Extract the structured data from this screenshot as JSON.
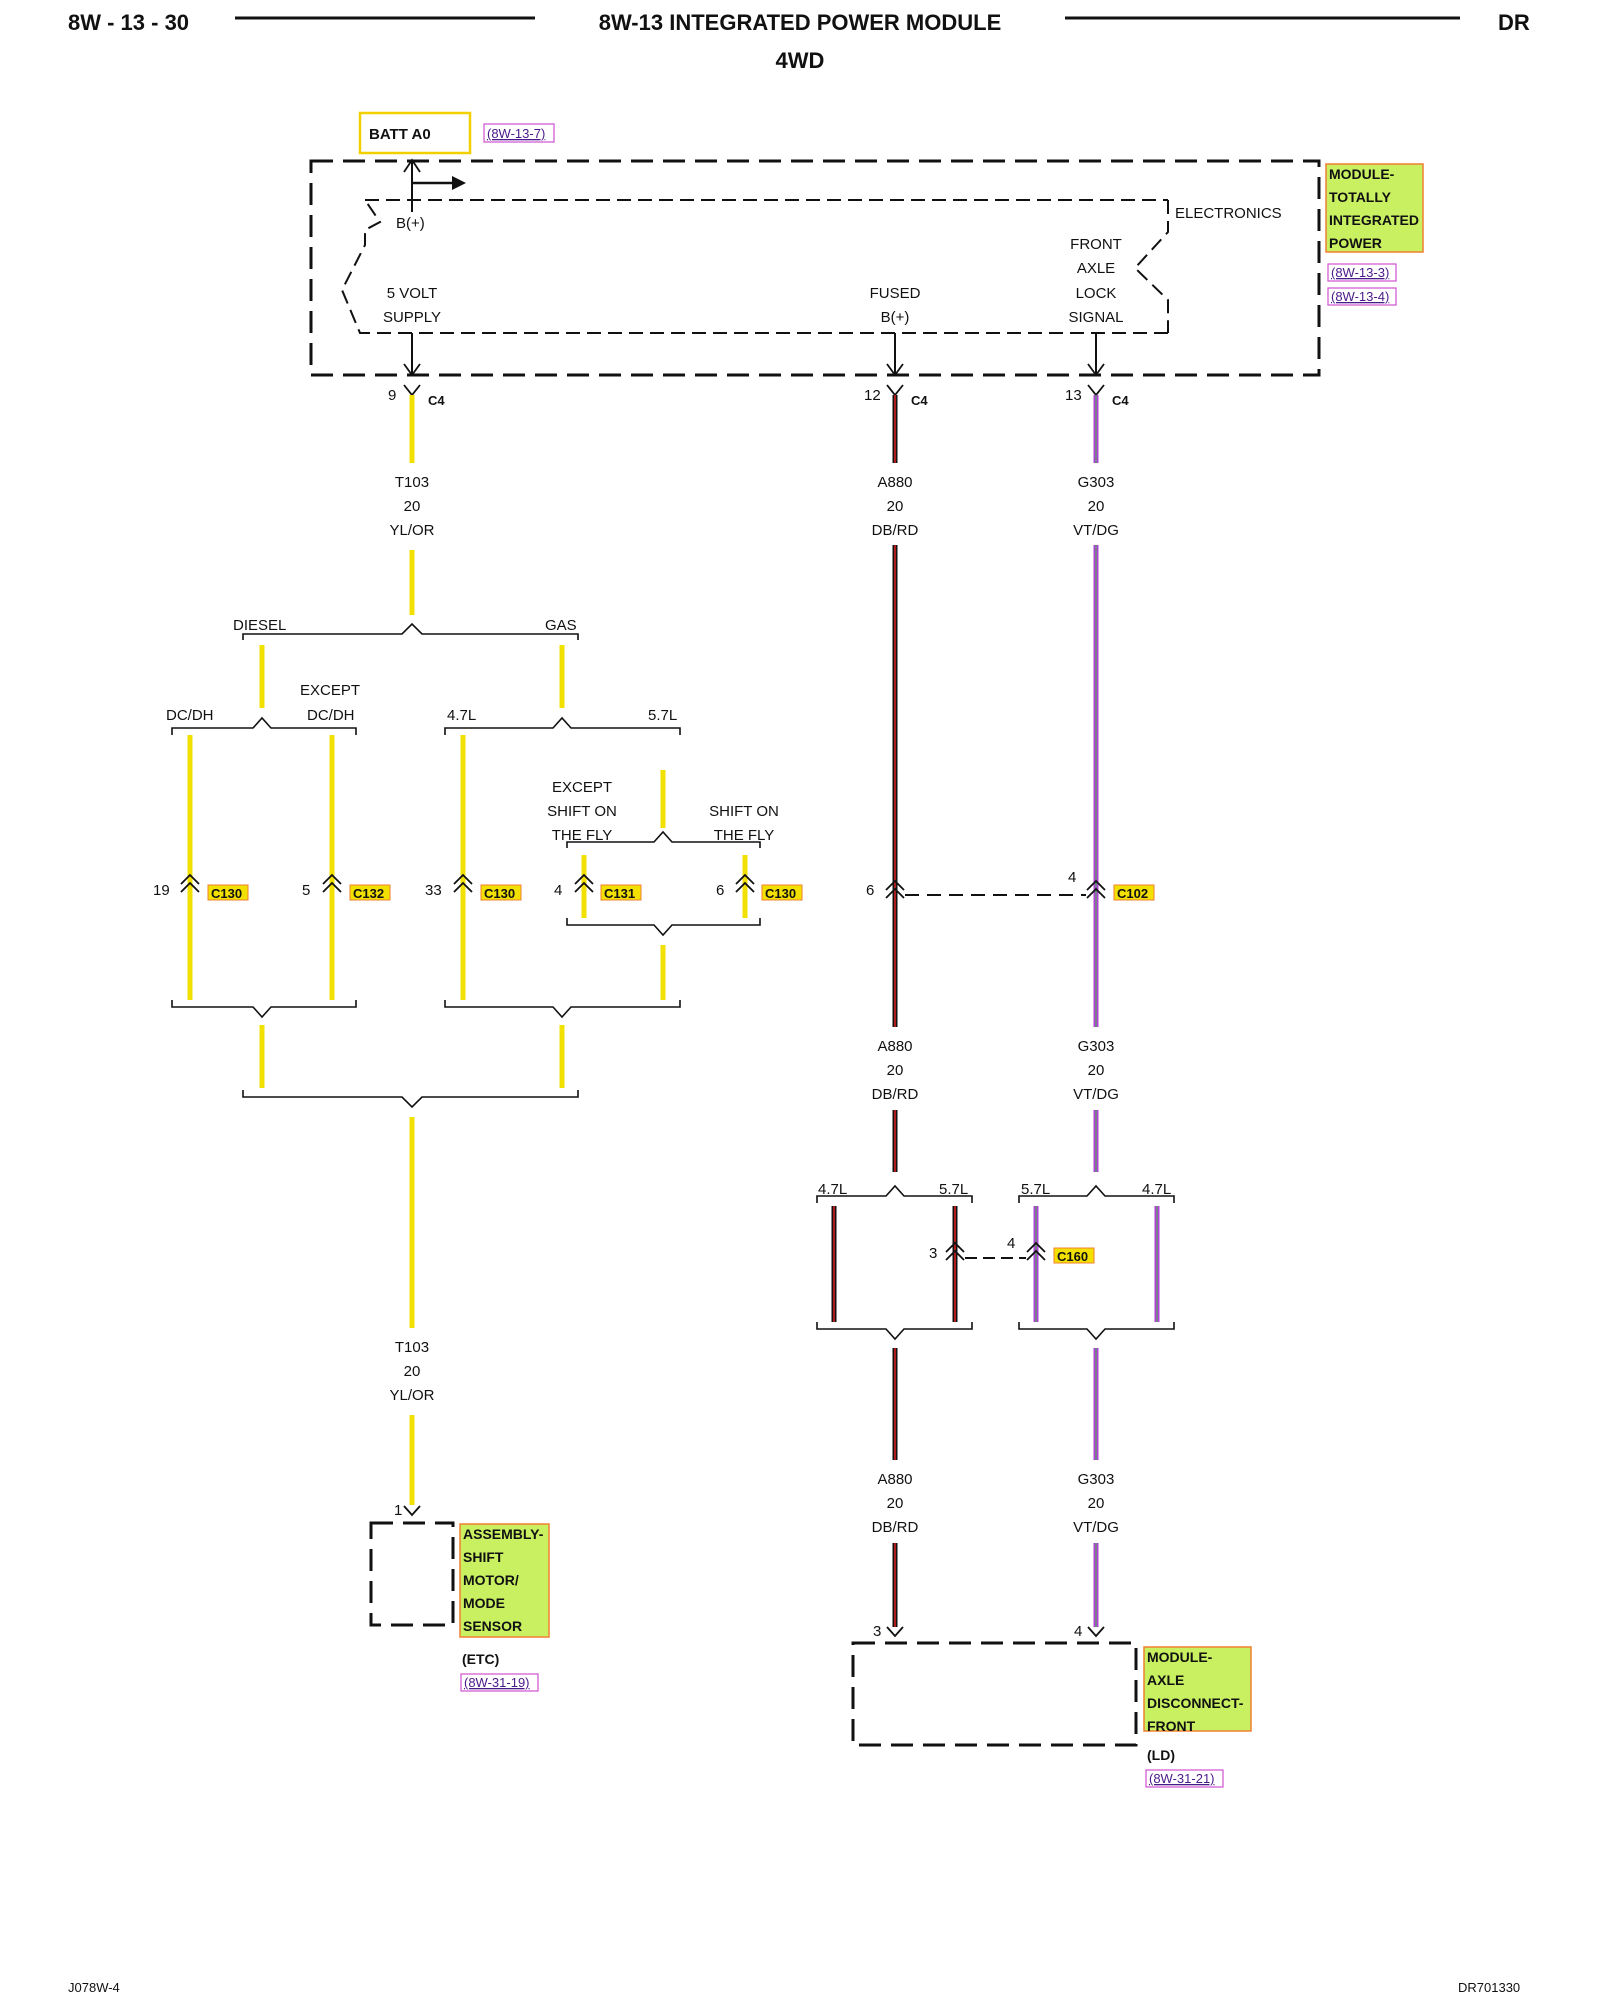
{
  "header": {
    "page_number": "8W - 13 - 30",
    "title": "8W-13 INTEGRATED POWER MODULE",
    "subtitle": "4WD",
    "model_code": "DR"
  },
  "footer": {
    "left_code": "J078W-4",
    "right_code": "DR701330"
  },
  "batt": {
    "label": "BATT A0",
    "ref": "(8W-13-7)"
  },
  "tipm": {
    "name_lines": [
      "MODULE-",
      "TOTALLY",
      "INTEGRATED",
      "POWER"
    ],
    "refs": [
      "(8W-13-3)",
      "(8W-13-4)"
    ],
    "electronics": "ELECTRONICS",
    "bplus": "B(+)",
    "five_volt": [
      "5 VOLT",
      "SUPPLY"
    ],
    "fused": [
      "FUSED",
      "B(+)"
    ],
    "lock_signal": [
      "FRONT",
      "AXLE",
      "LOCK",
      "SIGNAL"
    ],
    "connector": "C4",
    "pins": [
      "9",
      "12",
      "13"
    ]
  },
  "wires": {
    "t103": {
      "circuit": "T103",
      "gauge": "20",
      "color": "YL/OR"
    },
    "a880": {
      "circuit": "A880",
      "gauge": "20",
      "color": "DB/RD"
    },
    "g303": {
      "circuit": "G303",
      "gauge": "20",
      "color": "VT/DG"
    }
  },
  "options": {
    "diesel": "DIESEL",
    "gas": "GAS",
    "dcdh": "DC/DH",
    "except": "EXCEPT",
    "l47": "4.7L",
    "l57": "5.7L",
    "except_sotf": [
      "EXCEPT",
      "SHIFT ON",
      "THE FLY"
    ],
    "sotf": [
      "SHIFT ON",
      "THE FLY"
    ]
  },
  "inline_connectors": [
    {
      "pin": "19",
      "name": "C130"
    },
    {
      "pin": "5",
      "name": "C132"
    },
    {
      "pin": "33",
      "name": "C130"
    },
    {
      "pin": "4",
      "name": "C131"
    },
    {
      "pin": "6",
      "name": "C130"
    },
    {
      "pin": "6",
      "name": ""
    },
    {
      "pin": "4",
      "name": "C102"
    },
    {
      "pin": "3",
      "name": ""
    },
    {
      "pin": "4",
      "name": "C160"
    }
  ],
  "shift_motor": {
    "name_lines": [
      "ASSEMBLY-",
      "SHIFT",
      "MOTOR/",
      "MODE",
      "SENSOR"
    ],
    "tag": "(ETC)",
    "ref": "(8W-31-19)",
    "pin": "1"
  },
  "axle_module": {
    "name_lines": [
      "MODULE-",
      "AXLE",
      "DISCONNECT-",
      "FRONT"
    ],
    "tag": "(LD)",
    "ref": "(8W-31-21)",
    "pins": [
      "3",
      "4"
    ]
  },
  "colors": {
    "yellow_wire": "#f2e000",
    "black_wire": "#111111",
    "red_tracer": "#e02020",
    "violet_wire": "#b040d8",
    "label_fill": "#c8f060",
    "label_border": "#f08030",
    "ref_color": "#4a1a8a"
  }
}
